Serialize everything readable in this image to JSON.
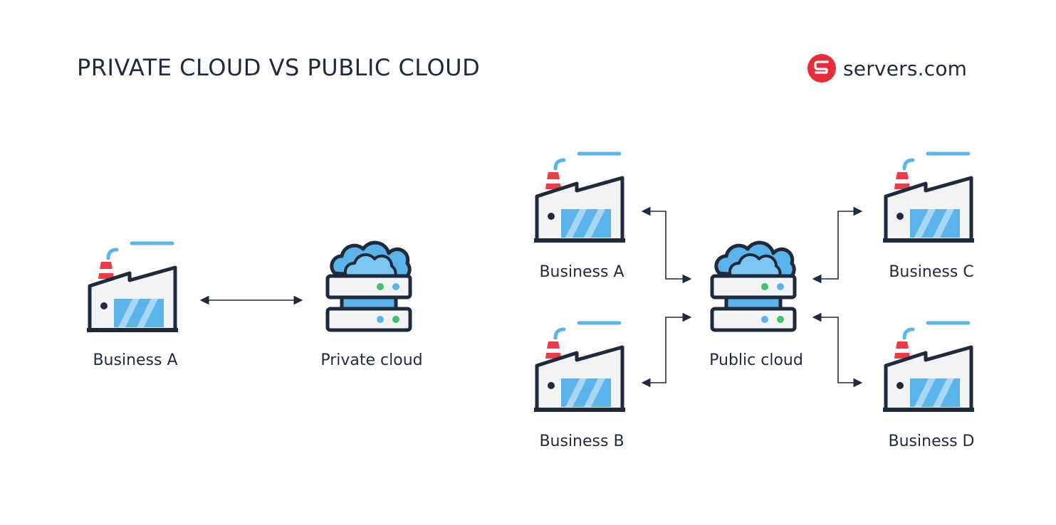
{
  "header": {
    "title": "PRIVATE CLOUD VS PUBLIC CLOUD",
    "brand": "servers.com"
  },
  "icons": {
    "factory": "factory-icon",
    "cloud_server": "cloud-server-icon",
    "brand": "servers-logo-icon"
  },
  "colors": {
    "outline": "#1f2a3c",
    "blue": "#5ab4ea",
    "light_blue": "#a7d7f5",
    "red": "#ef3b45",
    "green": "#3ec26b",
    "brand_red": "#e92c3a",
    "fill_light": "#f1f3f5"
  },
  "private_section": {
    "business": {
      "label": "Business A"
    },
    "cloud": {
      "label": "Private cloud"
    }
  },
  "public_section": {
    "cloud": {
      "label": "Public cloud"
    },
    "businesses": [
      {
        "label": "Business A"
      },
      {
        "label": "Business B"
      },
      {
        "label": "Business C"
      },
      {
        "label": "Business D"
      }
    ]
  }
}
